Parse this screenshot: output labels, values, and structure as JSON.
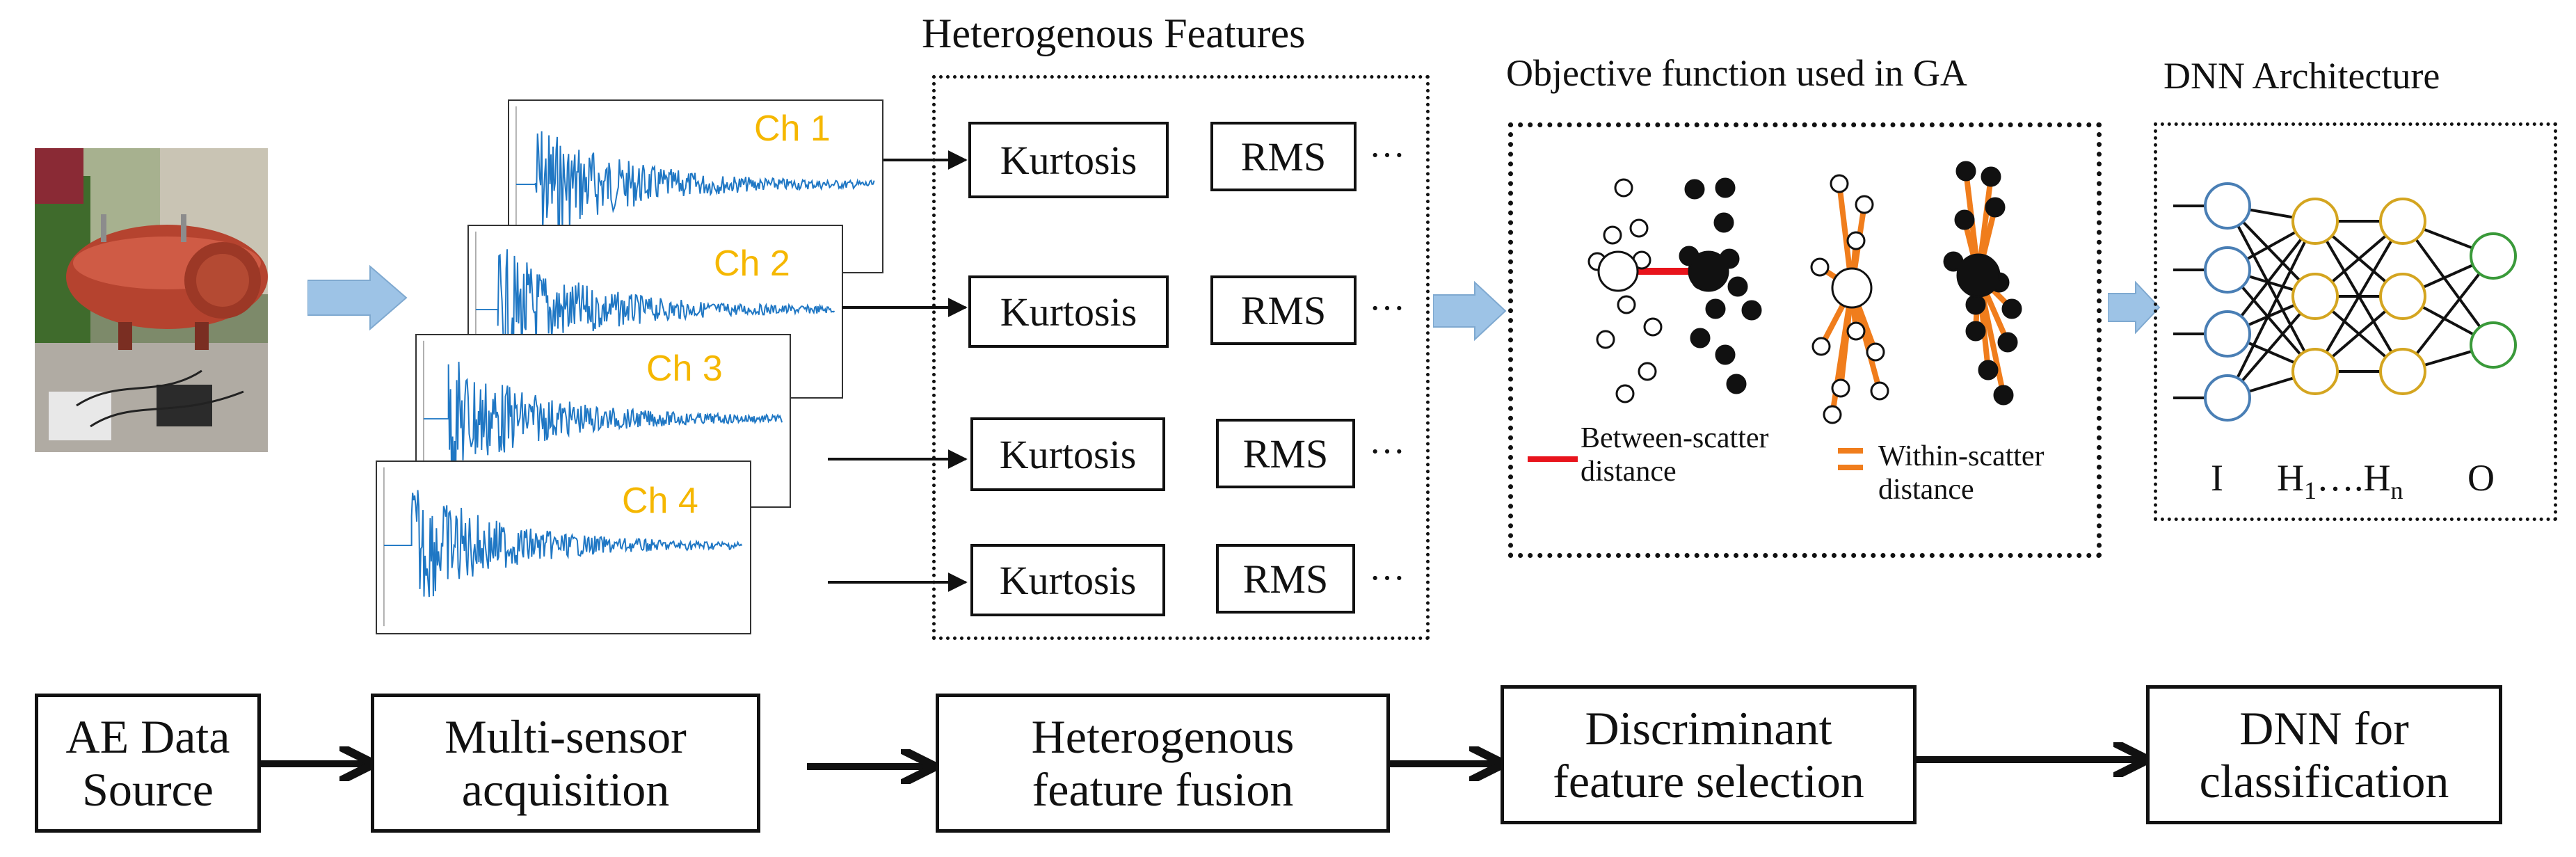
{
  "titles": {
    "features": "Heterogenous Features",
    "objective": "Objective function used in GA",
    "dnn": "DNN Architecture"
  },
  "channels": [
    {
      "label": "Ch 1"
    },
    {
      "label": "Ch 2"
    },
    {
      "label": "Ch 3"
    },
    {
      "label": "Ch 4"
    }
  ],
  "features": {
    "kurtosis": "Kurtosis",
    "rms": "RMS",
    "ellipsis": "···"
  },
  "legend": {
    "between_line1": "Between-scatter",
    "between_line2": "distance",
    "within_line1": "Within-scatter",
    "within_line2": "distance"
  },
  "dnn_layers": {
    "input": "I",
    "hidden_prefix": "H",
    "hidden_first_sub": "1",
    "hidden_dots": "….",
    "hidden_last_sub": "n",
    "output": "O"
  },
  "pipeline": [
    {
      "line1": "AE Data",
      "line2": "Source"
    },
    {
      "line1": "Multi-sensor",
      "line2": "acquisition"
    },
    {
      "line1": "Heterogenous",
      "line2": "feature fusion"
    },
    {
      "line1": "Discriminant",
      "line2": "feature selection"
    },
    {
      "line1": "DNN for",
      "line2": "classification"
    }
  ],
  "colors": {
    "signal": "#1f77c4",
    "channel_label": "#f5b700",
    "between": "#e8141c",
    "within": "#f07d1c",
    "arrow_fill": "#9dc3e6",
    "neuron_input": "#4a7fb5",
    "neuron_hidden": "#d4a520",
    "neuron_output": "#3a9a3a"
  }
}
